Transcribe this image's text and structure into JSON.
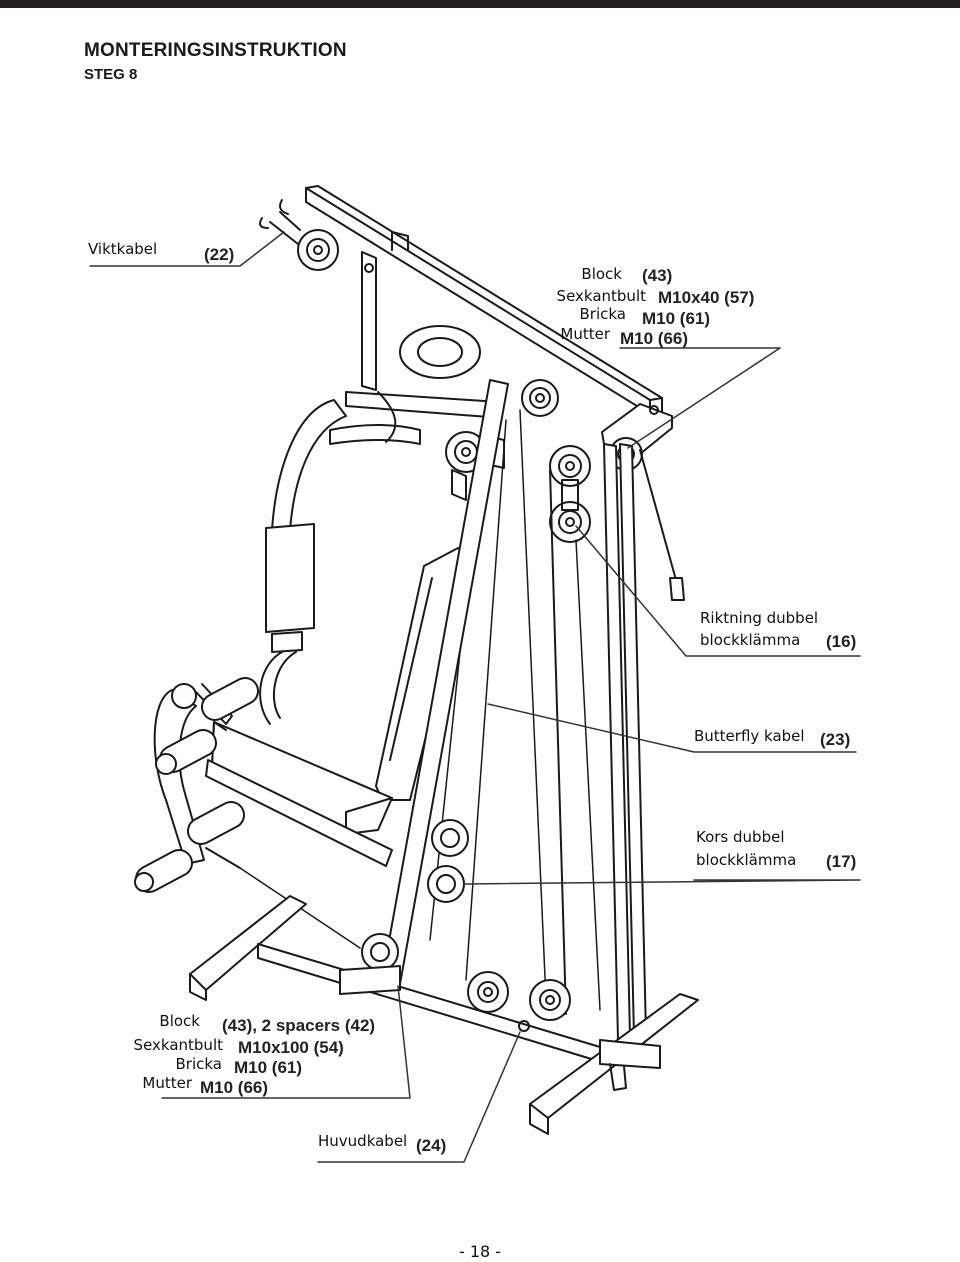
{
  "header": {
    "title": "MONTERINGSINSTRUKTION",
    "step": "STEG 8"
  },
  "callouts": {
    "weight_cable": {
      "label": "Viktkabel",
      "code": "(22)"
    },
    "top_group": {
      "labels": [
        "Block",
        "Sexkantbult",
        "Bricka",
        "Mutter"
      ],
      "codes": [
        "(43)",
        "M10x40 (57)",
        "M10 (61)",
        "M10 (66)"
      ]
    },
    "direction_clamp": {
      "label_line1": "Riktning dubbel",
      "label_line2": "blockklämma",
      "code": "(16)"
    },
    "butterfly_cable": {
      "label": "Butterfly kabel",
      "code": "(23)"
    },
    "cross_clamp": {
      "label_line1": "Kors dubbel",
      "label_line2": "blockklämma",
      "code": "(17)"
    },
    "bottom_group": {
      "labels": [
        "Block",
        "Sexkantbult",
        "Bricka",
        "Mutter"
      ],
      "codes": [
        "(43), 2 spacers (42)",
        "M10x100 (54)",
        "M10 (61)",
        "M10 (66)"
      ]
    },
    "main_cable": {
      "label": "Huvudkabel",
      "code": "(24)"
    }
  },
  "footer": {
    "page_number": "- 18 -"
  }
}
